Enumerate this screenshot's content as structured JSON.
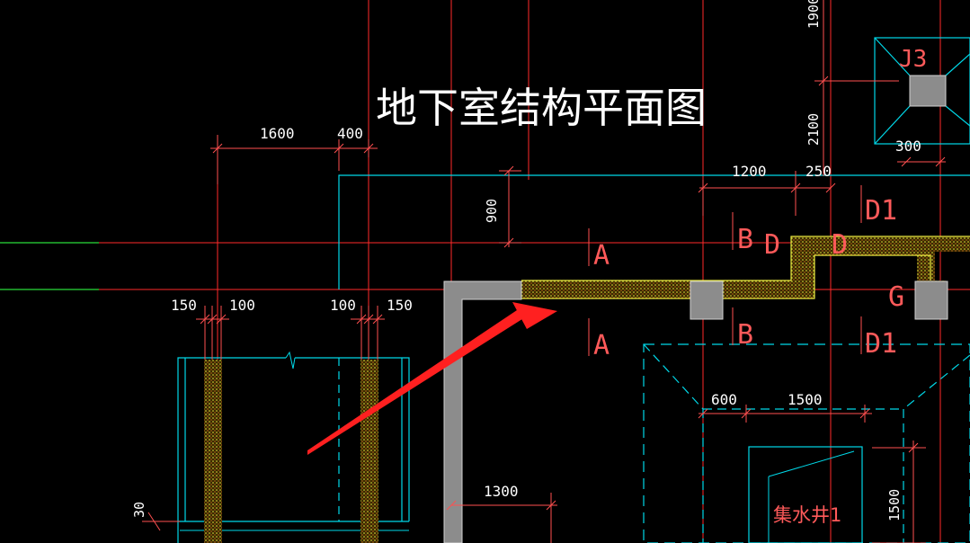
{
  "title": "地下室结构平面图",
  "colors": {
    "background": "#000000",
    "axis": "#ff2a2a",
    "wall": "#00d8e8",
    "dimension": "#ff5050",
    "concrete": "#8c8c8c",
    "hatch": "#c8c832",
    "arrow": "#ff2020",
    "green": "#2bdc3a"
  },
  "dimensions": {
    "d1600": "1600",
    "d400": "400",
    "d1200": "1200",
    "d250": "250",
    "d300": "300",
    "d900": "900",
    "d1900": "1900",
    "d2100": "2100",
    "d150a": "150",
    "d100a": "100",
    "d100b": "100",
    "d150b": "150",
    "d600": "600",
    "d1500": "1500",
    "d1300": "1300",
    "d1500v": "1500",
    "d30": "30"
  },
  "section_marks": {
    "a_top": "A",
    "a_bottom": "A",
    "b_top": "B",
    "b_bottom": "B",
    "d": "D",
    "d_right": "D",
    "d1_top": "D1",
    "d1_bottom": "D1",
    "g": "G",
    "j3": "J3"
  },
  "sump_label": "集水井1",
  "arrow_icon": "pointer-arrow-icon"
}
